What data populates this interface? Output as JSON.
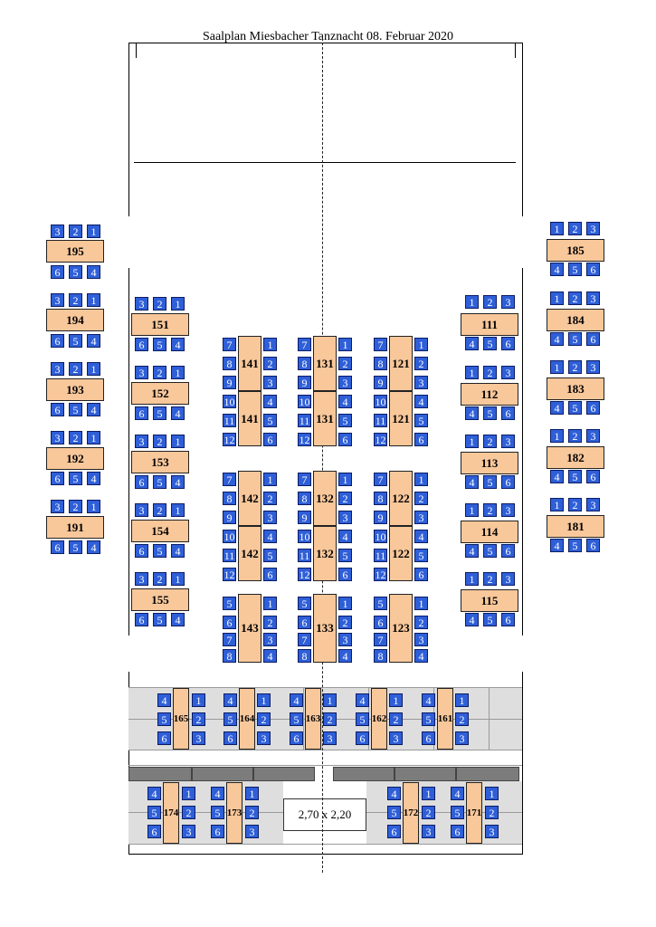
{
  "title": "Saalplan Miesbacher Tanznacht 08. Februar 2020",
  "stage_label": "2,70 x 2,20",
  "colors": {
    "chair": "#2f5fd8",
    "table": "#f8c79a",
    "floor": "#dedede"
  },
  "tables": {
    "t195": "195",
    "t194": "194",
    "t193": "193",
    "t192": "192",
    "t191": "191",
    "t151": "151",
    "t152": "152",
    "t153": "153",
    "t154": "154",
    "t155": "155",
    "t111": "111",
    "t112": "112",
    "t113": "113",
    "t114": "114",
    "t115": "115",
    "t185": "185",
    "t184": "184",
    "t183": "183",
    "t182": "182",
    "t181": "181",
    "t141": "141",
    "t142": "142",
    "t143": "143",
    "t131": "131",
    "t132": "132",
    "t133": "133",
    "t121": "121",
    "t122": "122",
    "t123": "123",
    "t165": "165",
    "t164": "164",
    "t163": "163",
    "t162": "162",
    "t161": "161",
    "t174": "174",
    "t173": "173",
    "t172": "172",
    "t171": "171"
  },
  "seats": [
    "1",
    "2",
    "3",
    "4",
    "5",
    "6",
    "7",
    "8",
    "9",
    "10",
    "11",
    "12"
  ]
}
